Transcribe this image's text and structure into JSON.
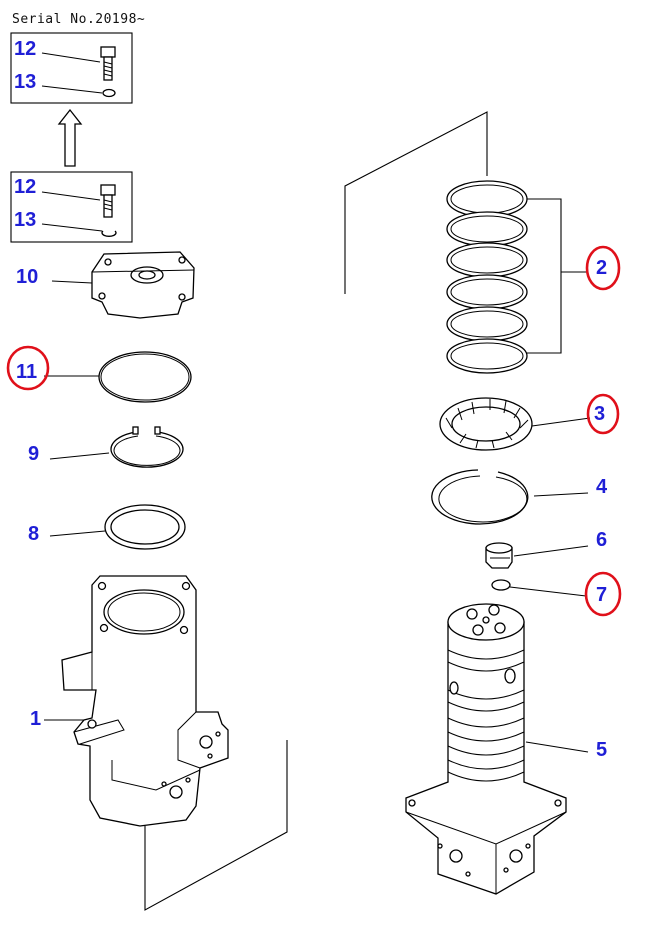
{
  "serial_label": "Serial No.20198~",
  "callouts": {
    "c1": "1",
    "c2": "2",
    "c3": "3",
    "c4": "4",
    "c5": "5",
    "c6": "6",
    "c7": "7",
    "c8": "8",
    "c9": "9",
    "c10": "10",
    "c11": "11",
    "c12a": "12",
    "c13a": "13",
    "c12b": "12",
    "c13b": "13"
  },
  "highlighted_callouts": [
    "2",
    "3",
    "7",
    "11"
  ],
  "colors": {
    "callout_text": "#1f1fd6",
    "highlight_circle": "#e0101a",
    "line_art": "#000000"
  }
}
